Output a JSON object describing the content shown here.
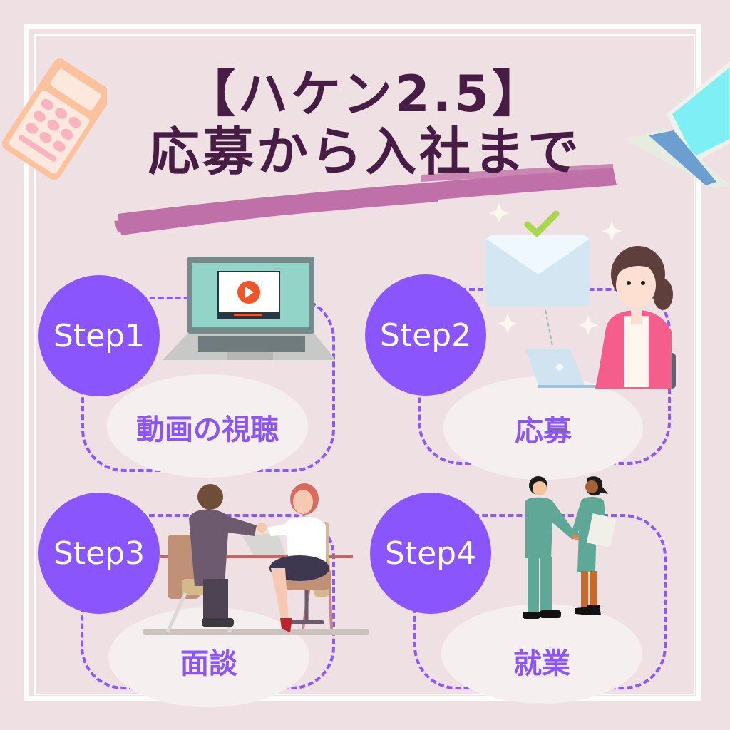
{
  "title": {
    "line1": "【ハケン2.5】",
    "line2": "応募から入社まで"
  },
  "colors": {
    "background": "#efe1e3",
    "title": "#471d45",
    "brush": "#c070a8",
    "step_circle": "#8b55fe",
    "dashed_line": "#8b57ff",
    "label_oval": "#f6eff0"
  },
  "steps": [
    {
      "badge": "Step1",
      "label": "動画の視聴",
      "illustration": "laptop-video-icon"
    },
    {
      "badge": "Step2",
      "label": "応募",
      "illustration": "email-application-icon"
    },
    {
      "badge": "Step3",
      "label": "面談",
      "illustration": "interview-meeting-icon"
    },
    {
      "badge": "Step4",
      "label": "就業",
      "illustration": "handshake-icon"
    }
  ],
  "decorations": [
    "calculator-icon",
    "laptop-icon",
    "brush-stroke"
  ]
}
